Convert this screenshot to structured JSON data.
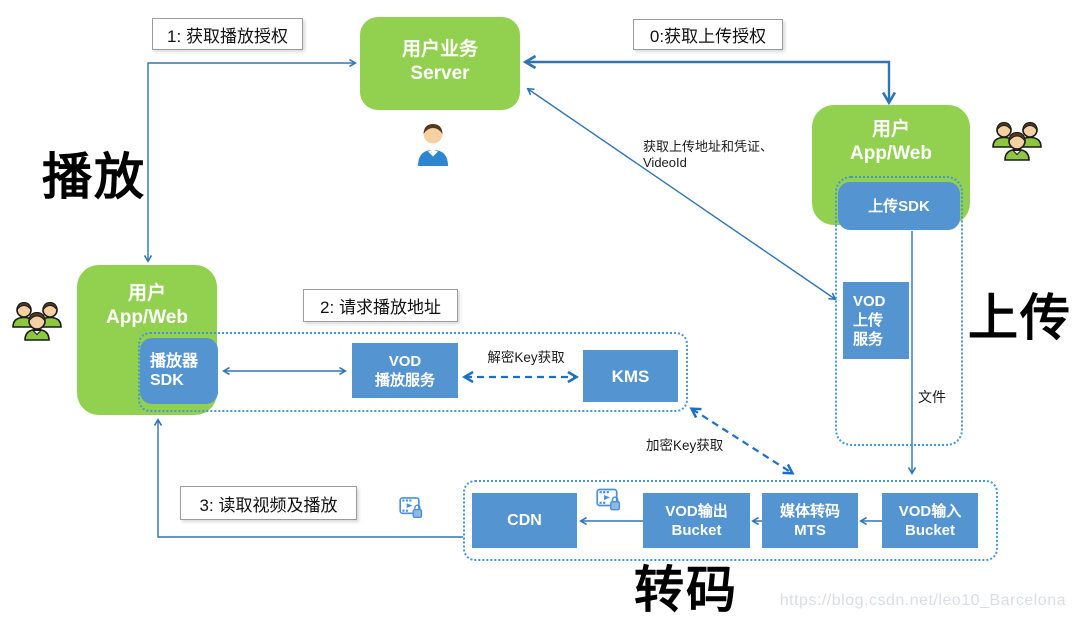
{
  "colors": {
    "node_green": "#92D050",
    "node_blue": "#5494d0",
    "line_blue": "#2E75B6",
    "dashed_key_blue": "#1C6FC9",
    "dotted_region_blue": "#4796d8"
  },
  "sections": {
    "play": "播放",
    "upload": "上传",
    "transcode": "转码"
  },
  "step_labels": {
    "step0": "0:获取上传授权",
    "step1": "1: 获取播放授权",
    "step2": "2: 请求播放地址",
    "step3": "3: 读取视频及播放"
  },
  "nodes": {
    "server": {
      "line1": "用户业务",
      "line2": "Server"
    },
    "app_play": {
      "line1": "用户",
      "line2": "App/Web"
    },
    "app_upload": {
      "line1": "用户",
      "line2": "App/Web"
    },
    "player_sdk": {
      "line1": "播放器",
      "line2": "SDK"
    },
    "vod_play_service": {
      "line1": "VOD",
      "line2": "播放服务"
    },
    "kms": {
      "label": "KMS"
    },
    "upload_sdk": {
      "label": "上传SDK"
    },
    "vod_upload_service": {
      "line1": "VOD",
      "line2": "上传",
      "line3": "服务"
    },
    "cdn": {
      "label": "CDN"
    },
    "vod_output_bucket": {
      "line1": "VOD输出",
      "line2": "Bucket"
    },
    "mts": {
      "line1": "媒体转码",
      "line2": "MTS"
    },
    "vod_input_bucket": {
      "line1": "VOD输入",
      "line2": "Bucket"
    }
  },
  "edge_labels": {
    "upload_credentials_line1": "获取上传地址和凭证、",
    "upload_credentials_line2": "VideoId",
    "decrypt_key": "解密Key获取",
    "encrypt_key": "加密Key获取",
    "file": "文件"
  },
  "icons": {
    "single_user": "user-icon",
    "user_group": "user-group-icon",
    "video_lock": "video-lock-icon"
  },
  "watermark": "https://blog.csdn.net/leo10_Barcelona"
}
